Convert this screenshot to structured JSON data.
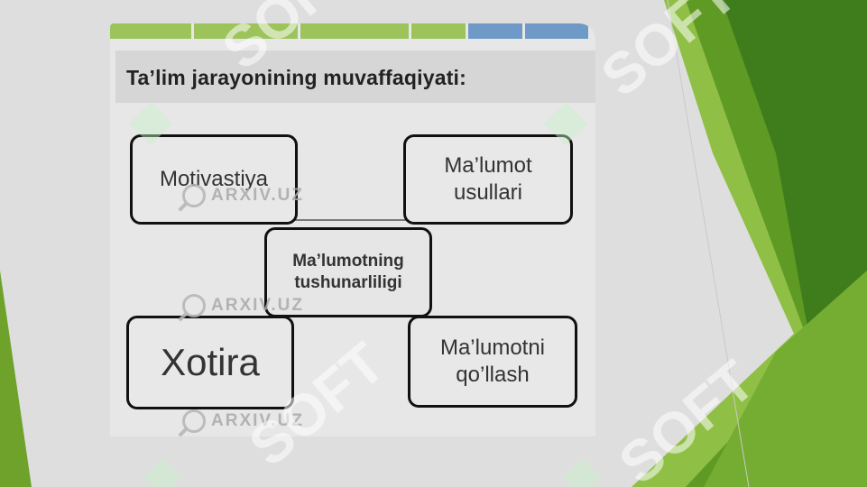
{
  "diagram": {
    "title": "Ta’lim jarayonining muvaffaqiyati:",
    "center": "Ma’lumotning\ntushunarliligi",
    "nodes": {
      "top_left": "Motivastiya",
      "top_right": "Ma’lumot\nusullari",
      "bottom_left": "Xotira",
      "bottom_right": "Ma’lumotni\nqo’llash"
    },
    "watermarks": [
      "ARXIV.UZ",
      "ARXIV.UZ",
      "ARXIV.UZ"
    ],
    "overlay_watermark": "SOFT"
  },
  "colors": {
    "green_dark": "#3f7d1c",
    "green_mid": "#5e9b22",
    "green_light": "#86b83a",
    "bar_green": "#9cc45a",
    "bar_blue": "#6f99c6",
    "box_border": "#111111"
  }
}
